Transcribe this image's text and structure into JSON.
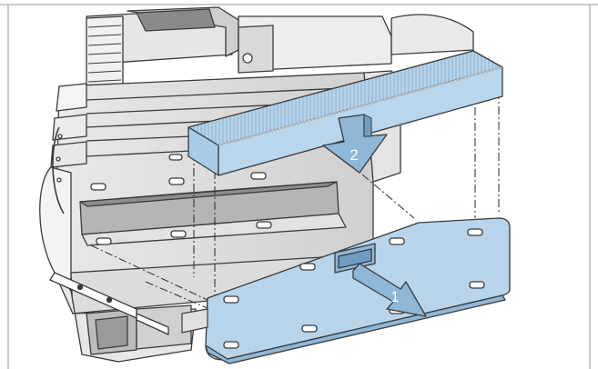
{
  "diagram": {
    "steps": [
      {
        "number": "1",
        "action": "pull-cover-out"
      },
      {
        "number": "2",
        "action": "push-filter-down"
      }
    ],
    "colors": {
      "line": "#3a3a3a",
      "housing_light": "#f2f2f2",
      "housing_mid": "#d6d6d6",
      "housing_dark": "#a8a8a8",
      "highlight_blue": "#b6d3ea",
      "highlight_blue_dark": "#8fb7d8",
      "filter_stripes": "#98b9d4",
      "frame_border": "#9a9a9a"
    }
  }
}
